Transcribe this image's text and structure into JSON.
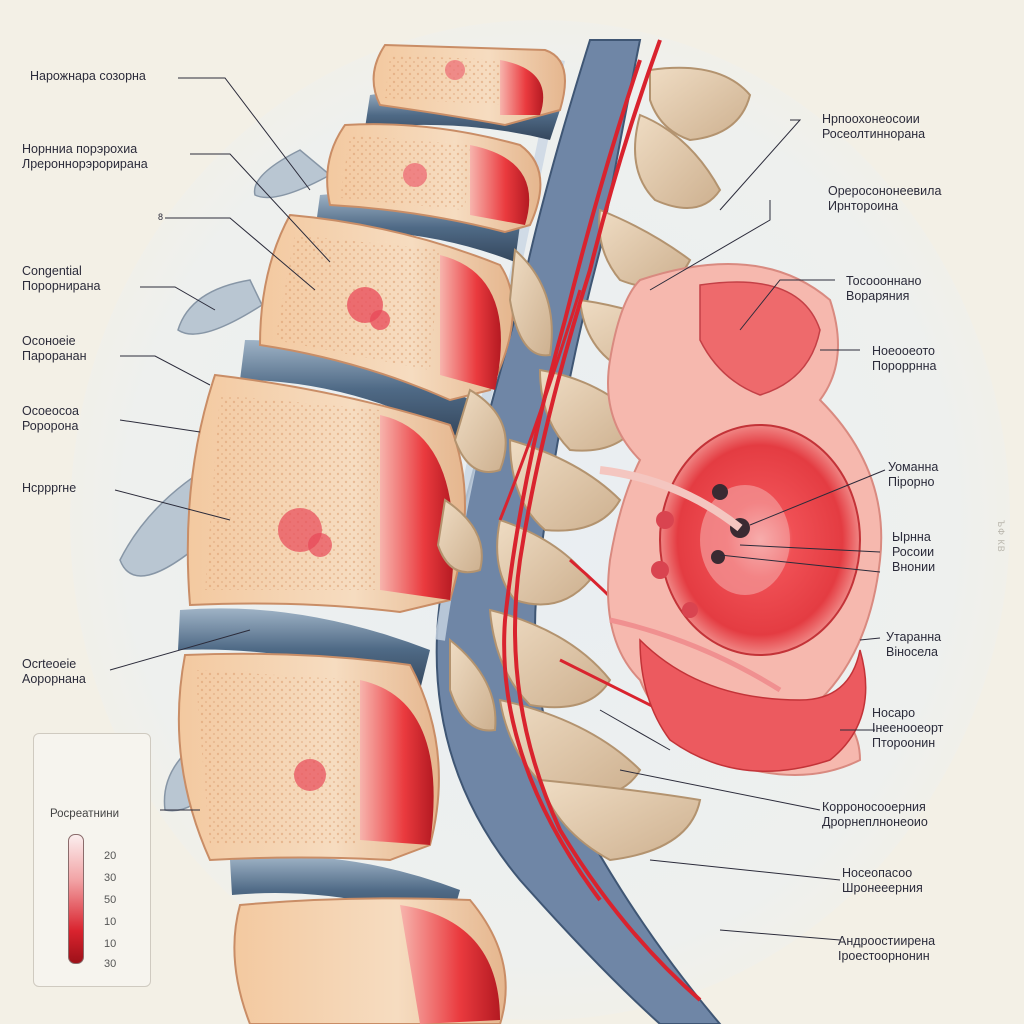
{
  "labels_left": [
    {
      "lines": [
        "Нарожнара созорна"
      ]
    },
    {
      "lines": [
        "Норнниа порэрохиа",
        "Лрероннорэрорирана"
      ]
    },
    {
      "lines": [
        "8"
      ]
    },
    {
      "lines": [
        "Congential",
        "Порорнирана"
      ]
    },
    {
      "lines": [
        "Осоноеіе",
        "Пароранан"
      ]
    },
    {
      "lines": [
        "Ocoeocoa",
        "Роророна"
      ]
    },
    {
      "lines": [
        "Нсрррrнe"
      ]
    },
    {
      "lines": [
        "Ocrteoeie",
        "Аорорнана"
      ]
    }
  ],
  "labels_right": [
    {
      "lines": [
        "Нрпоохонеосоии",
        "Росеолтиннорана"
      ]
    },
    {
      "lines": [
        "Ореросононеевила",
        "Ирнтороина"
      ]
    },
    {
      "lines": [
        "Тосоооннано",
        "Вораряния"
      ]
    },
    {
      "lines": [
        "Ноеооеото",
        "Пороррнна"
      ]
    },
    {
      "lines": [
        "Уоманна",
        "Пірорно"
      ]
    },
    {
      "lines": [
        "Ырнна",
        "Росоии",
        "Внонии"
      ]
    },
    {
      "lines": [
        "Утаранна",
        "Віносела"
      ]
    },
    {
      "lines": [
        "Носаро",
        "Інеенооеорт",
        "Птороонин"
      ]
    },
    {
      "lines": [
        "Корроносооерния",
        "Дрорнеплнонеоио"
      ]
    },
    {
      "lines": [
        "Носеопасоо",
        "Шронееерния"
      ]
    },
    {
      "lines": [
        "Андроостиирена",
        "Іроестоорнонин"
      ]
    }
  ],
  "side_text": "ЪФ КВ",
  "scale": {
    "title": "Росреатнини",
    "ticks": [
      "20",
      "30",
      "50",
      "10",
      "10",
      "30"
    ]
  }
}
